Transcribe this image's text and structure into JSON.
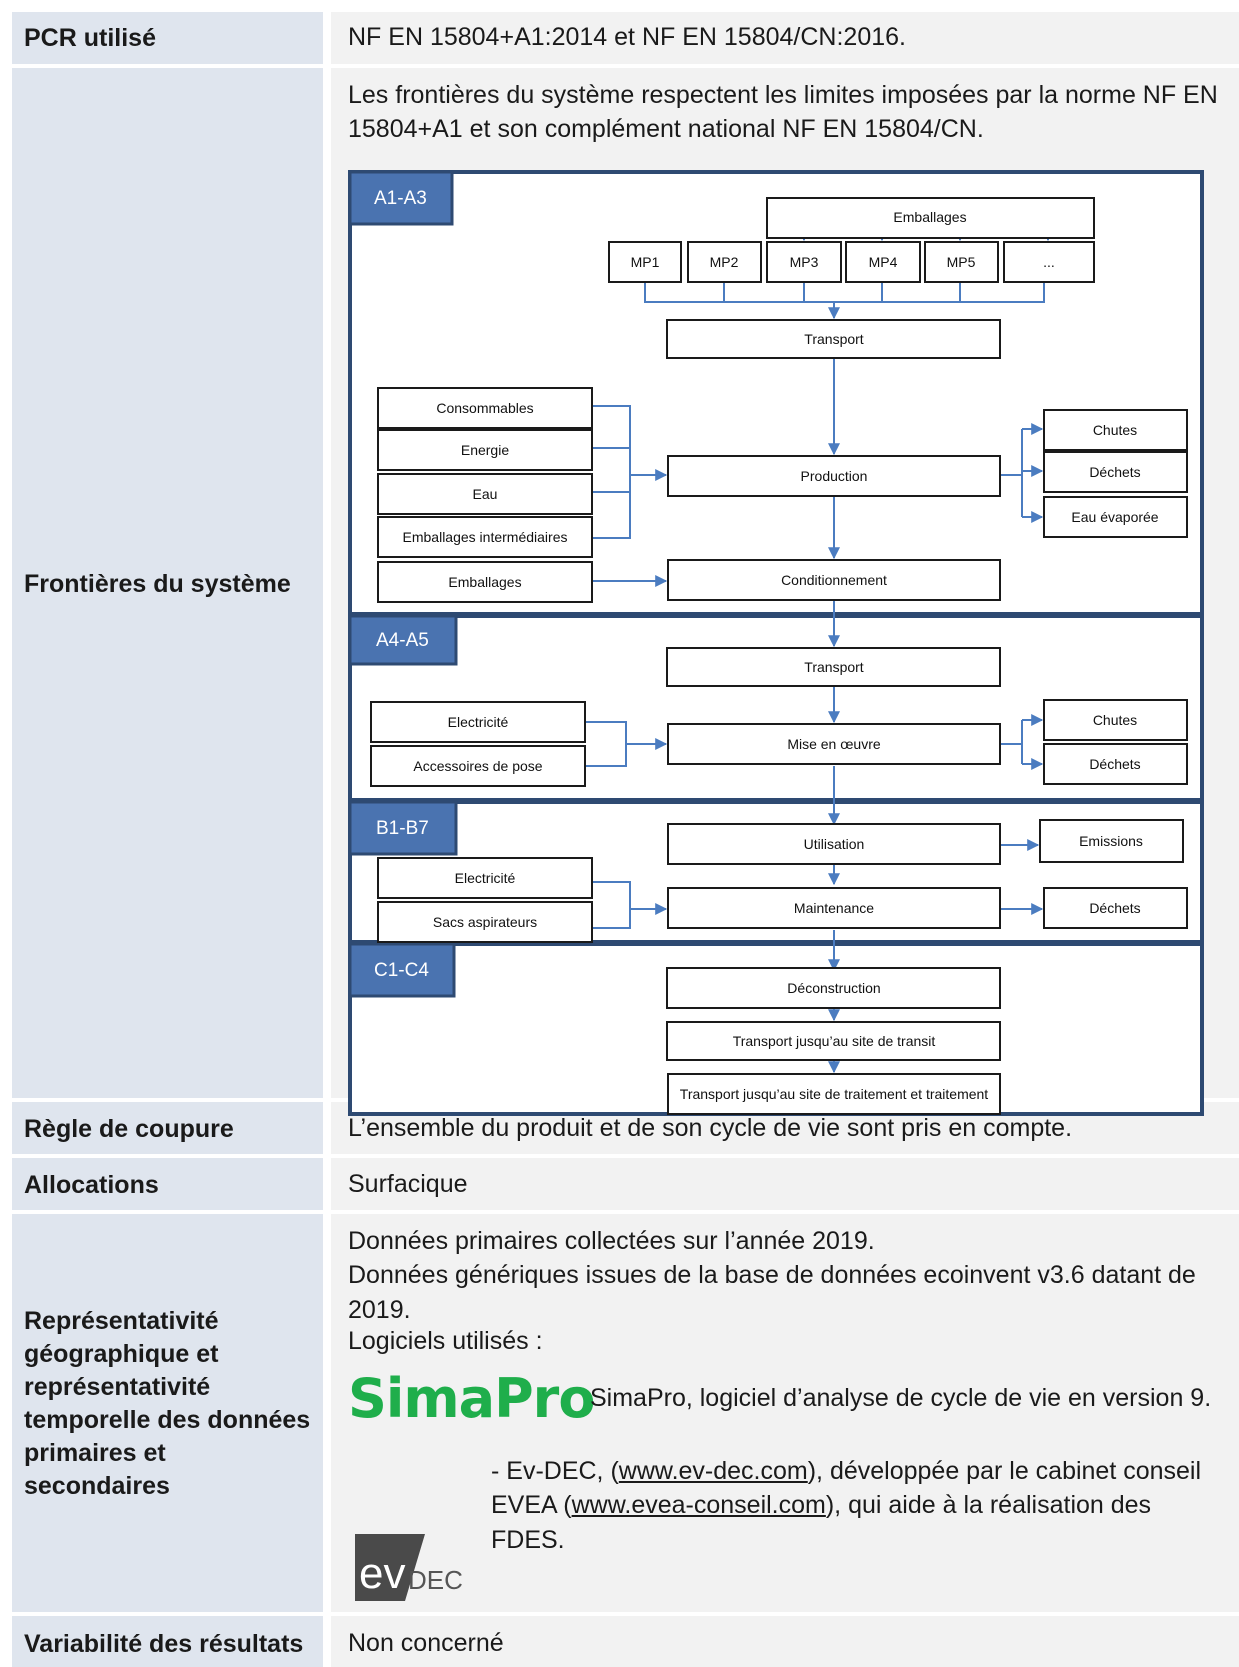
{
  "rows": {
    "pcr": {
      "label": "PCR utilisé",
      "value": "NF EN 15804+A1:2014 et NF EN 15804/CN:2016."
    },
    "frontieres": {
      "label": "Frontières du système",
      "intro_line1": "Les frontières du système respectent les limites imposées par la norme NF EN",
      "intro_line2": "15804+A1 et son complément national NF EN 15804/CN."
    },
    "coupure": {
      "label": "Règle de coupure",
      "value": "L’ensemble du produit et de son cycle de vie sont pris en compte."
    },
    "allocations": {
      "label": "Allocations",
      "value": "Surfacique"
    },
    "representativite": {
      "label_lines": [
        "Représentativité",
        "géographique et",
        "représentativité",
        "temporelle des données",
        "primaires et secondaires"
      ],
      "line1": "Données primaires collectées sur l’année 2019.",
      "line2": "Données génériques issues de la base de données ecoinvent v3.6 datant de 2019.",
      "logiciels": "Logiciels utilisés :",
      "simapro_logo": "SimaPro",
      "simapro_desc": "SimaPro, logiciel d’analyse de cycle de vie en version 9.",
      "evdec_logo_ev": "ev",
      "evdec_logo_dec": "DEC",
      "evdec_prefix": "- Ev-DEC, (",
      "evdec_link1": "www.ev-dec.com",
      "evdec_mid": "), développée par le cabinet conseil",
      "evdec_line2_prefix": "EVEA (",
      "evdec_link2": "www.evea-conseil.com",
      "evdec_line2_suffix": "), qui aide à la réalisation des FDES."
    },
    "variabilite": {
      "label": "Variabilité des résultats",
      "value": "Non concerné"
    }
  },
  "diagram": {
    "stages": {
      "a1a3": "A1-A3",
      "a4a5": "A4-A5",
      "b1b7": "B1-B7",
      "c1c4": "C1-C4"
    },
    "a1a3": {
      "emballages_top": "Emballages",
      "mp": [
        "MP1",
        "MP2",
        "MP3",
        "MP4",
        "MP5",
        "..."
      ],
      "transport": "Transport",
      "inputs": [
        "Consommables",
        "Energie",
        "Eau",
        "Emballages intermédiaires",
        "Emballages"
      ],
      "production": "Production",
      "conditionnement": "Conditionnement",
      "outputs": [
        "Chutes",
        "Déchets",
        "Eau évaporée"
      ]
    },
    "a4a5": {
      "transport": "Transport",
      "inputs": [
        "Electricité",
        "Accessoires de pose"
      ],
      "mise_en_oeuvre": "Mise en œuvre",
      "outputs": [
        "Chutes",
        "Déchets"
      ]
    },
    "b1b7": {
      "utilisation": "Utilisation",
      "maintenance": "Maintenance",
      "inputs": [
        "Electricité",
        "Sacs aspirateurs"
      ],
      "emissions": "Emissions",
      "dechets": "Déchets"
    },
    "c1c4": {
      "deconstruction": "Déconstruction",
      "transport_transit": "Transport jusqu’au site de transit",
      "transport_traitement": "Transport jusqu’au site de traitement et traitement"
    },
    "colors": {
      "frame": "#2e4a72",
      "tab": "#4a73b0",
      "arrow": "#4b7cc0"
    }
  }
}
